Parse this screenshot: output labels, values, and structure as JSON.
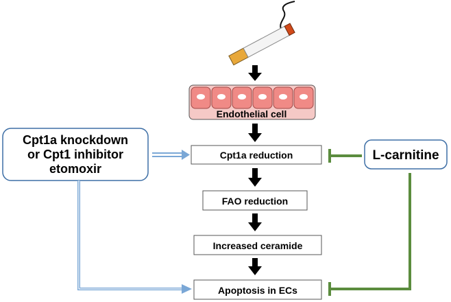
{
  "diagram": {
    "endothelial_label": "Endothelial cell",
    "steps": {
      "cpt1a_reduction": "Cpt1a reduction",
      "fao_reduction": "FAO reduction",
      "increased_ceramide": "Increased ceramide",
      "apoptosis": "Apoptosis in ECs"
    },
    "left_box": {
      "line1": "Cpt1a knockdown",
      "line2": "or Cpt1 inhibitor",
      "line3": "etomoxir"
    },
    "right_box": {
      "label": "L-carnitine"
    },
    "colors": {
      "blue_path": "#7aa7d6",
      "green_path": "#5b8c3e",
      "box_border": "#3d6ea5",
      "cell_fill": "#f08a86",
      "black_arrow": "#000000"
    },
    "icons": [
      "cigarette-icon",
      "smoke-icon"
    ]
  }
}
